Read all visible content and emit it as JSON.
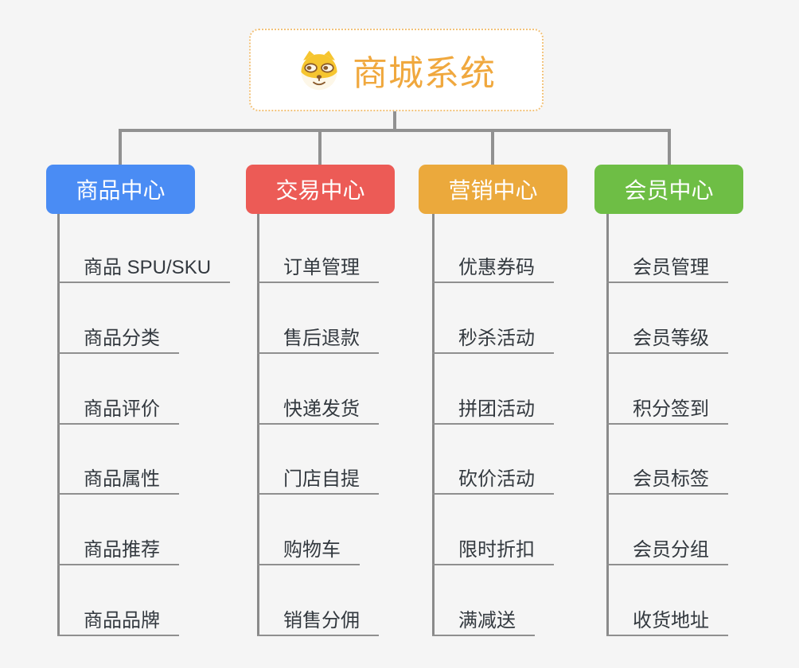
{
  "root": {
    "title": "商城系统",
    "icon": "shiba-dog-icon"
  },
  "branches": [
    {
      "label": "商品中心",
      "color": "#4A8CF4",
      "items": [
        "商品 SPU/SKU",
        "商品分类",
        "商品评价",
        "商品属性",
        "商品推荐",
        "商品品牌"
      ]
    },
    {
      "label": "交易中心",
      "color": "#EC5B56",
      "items": [
        "订单管理",
        "售后退款",
        "快递发货",
        "门店自提",
        "购物车",
        "销售分佣"
      ]
    },
    {
      "label": "营销中心",
      "color": "#EBA93C",
      "items": [
        "优惠券码",
        "秒杀活动",
        "拼团活动",
        "砍价活动",
        "限时折扣",
        "满减送"
      ]
    },
    {
      "label": "会员中心",
      "color": "#6EBE45",
      "items": [
        "会员管理",
        "会员等级",
        "积分签到",
        "会员标签",
        "会员分组",
        "收货地址"
      ]
    }
  ],
  "colors": {
    "background": "#F5F5F5",
    "connector": "#919191",
    "underline": "#8F8F8F",
    "item_text": "#33393F",
    "root_text": "#F0A83E",
    "root_border": "#F2C27A",
    "root_background": "#FFFFFF"
  }
}
